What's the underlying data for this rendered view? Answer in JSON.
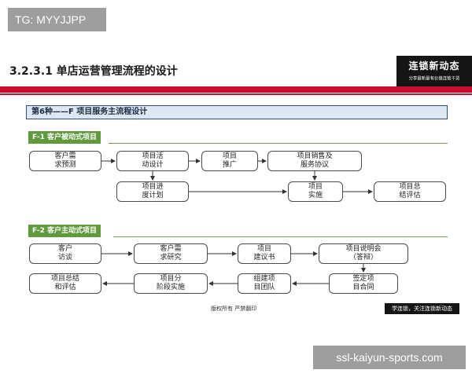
{
  "watermark_top": "TG: MYYJJPP",
  "section_title": "3.2.3.1  单店运营管理流程的设计",
  "brand": {
    "name": "连锁新动态",
    "slogan": "分享最新最有价值连锁干货"
  },
  "method_title": "第6种——F 项目服务主流程设计",
  "group_f1": {
    "label": "F-1 客户被动式项目",
    "nodes": [
      "客户需\n求预测",
      "项目活\n动设计",
      "项目\n推广",
      "项目销售及\n服务协议",
      "项目进\n度计划",
      "项目\n实施",
      "项目总\n结评估"
    ]
  },
  "group_f2": {
    "label": "F-2 客户主动式项目",
    "nodes": [
      "客户\n访谈",
      "客户需\n求研究",
      "项目\n建议书",
      "项目说明会\n（答辩）",
      "签定项\n目合同",
      "组建项\n目团队",
      "项目分\n阶段实施",
      "项目总结\n和评估"
    ]
  },
  "copyright": "版权所有  严禁翻印",
  "footer_slogan": "学连锁，关注连锁新动态",
  "watermark_bottom": "ssl-kaiyun-sports.com"
}
